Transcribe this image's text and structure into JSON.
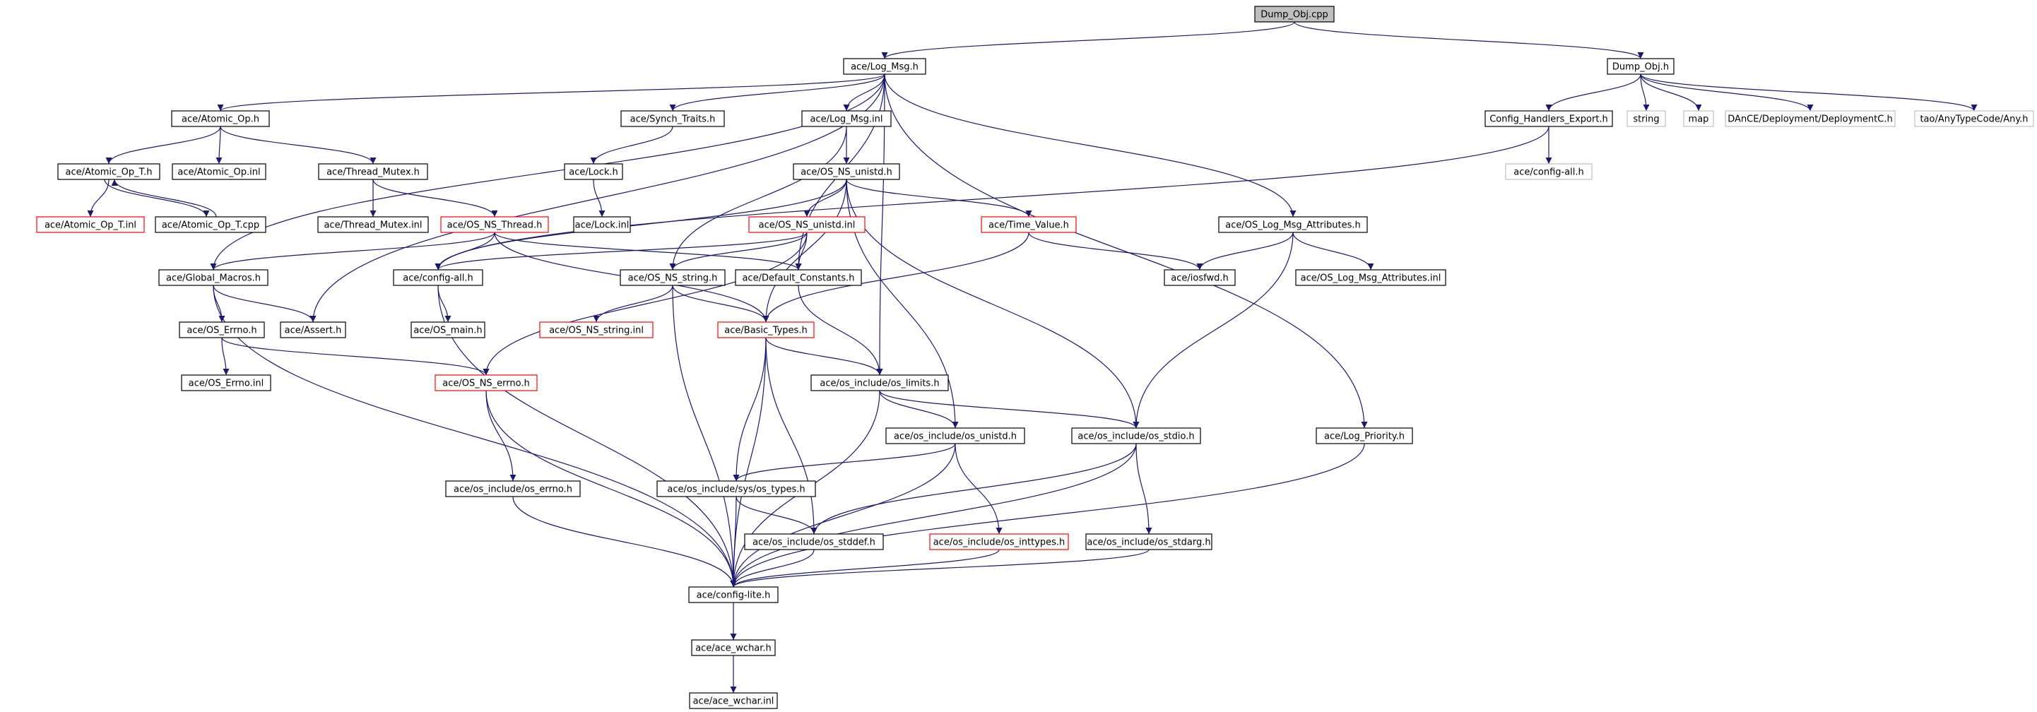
{
  "graph": {
    "nodes": [
      {
        "id": "dump_obj_cpp",
        "label": "Dump_Obj.cpp",
        "style": "root"
      },
      {
        "id": "log_msg_h",
        "label": "ace/Log_Msg.h",
        "style": "normal"
      },
      {
        "id": "dump_obj_h",
        "label": "Dump_Obj.h",
        "style": "normal"
      },
      {
        "id": "atomic_op_h",
        "label": "ace/Atomic_Op.h",
        "style": "normal"
      },
      {
        "id": "synch_traits_h",
        "label": "ace/Synch_Traits.h",
        "style": "normal"
      },
      {
        "id": "log_msg_inl",
        "label": "ace/Log_Msg.inl",
        "style": "normal"
      },
      {
        "id": "config_handlers_export_h",
        "label": "Config_Handlers_Export.h",
        "style": "normal"
      },
      {
        "id": "string",
        "label": "string",
        "style": "gray"
      },
      {
        "id": "map",
        "label": "map",
        "style": "gray"
      },
      {
        "id": "deploymentc_h",
        "label": "DAnCE/Deployment/DeploymentC.h",
        "style": "gray"
      },
      {
        "id": "anytypecode_any_h",
        "label": "tao/AnyTypeCode/Any.h",
        "style": "gray"
      },
      {
        "id": "atomic_op_t_h",
        "label": "ace/Atomic_Op_T.h",
        "style": "normal"
      },
      {
        "id": "atomic_op_inl",
        "label": "ace/Atomic_Op.inl",
        "style": "normal"
      },
      {
        "id": "thread_mutex_h",
        "label": "ace/Thread_Mutex.h",
        "style": "normal"
      },
      {
        "id": "lock_h",
        "label": "ace/Lock.h",
        "style": "normal"
      },
      {
        "id": "os_ns_unistd_h",
        "label": "ace/OS_NS_unistd.h",
        "style": "normal"
      },
      {
        "id": "config_all_gray",
        "label": "ace/config-all.h",
        "style": "gray"
      },
      {
        "id": "atomic_op_t_inl",
        "label": "ace/Atomic_Op_T.inl",
        "style": "red"
      },
      {
        "id": "atomic_op_t_cpp",
        "label": "ace/Atomic_Op_T.cpp",
        "style": "normal"
      },
      {
        "id": "thread_mutex_inl",
        "label": "ace/Thread_Mutex.inl",
        "style": "normal"
      },
      {
        "id": "os_ns_thread_h",
        "label": "ace/OS_NS_Thread.h",
        "style": "red"
      },
      {
        "id": "lock_inl",
        "label": "ace/Lock.inl",
        "style": "normal"
      },
      {
        "id": "os_ns_unistd_inl",
        "label": "ace/OS_NS_unistd.inl",
        "style": "red"
      },
      {
        "id": "time_value_h",
        "label": "ace/Time_Value.h",
        "style": "red"
      },
      {
        "id": "os_log_msg_attributes_h",
        "label": "ace/OS_Log_Msg_Attributes.h",
        "style": "normal"
      },
      {
        "id": "global_macros_h",
        "label": "ace/Global_Macros.h",
        "style": "normal"
      },
      {
        "id": "config_all_h",
        "label": "ace/config-all.h",
        "style": "normal"
      },
      {
        "id": "os_ns_string_h",
        "label": "ace/OS_NS_string.h",
        "style": "normal"
      },
      {
        "id": "default_constants_h",
        "label": "ace/Default_Constants.h",
        "style": "normal"
      },
      {
        "id": "iosfwd_h",
        "label": "ace/iosfwd.h",
        "style": "normal"
      },
      {
        "id": "os_log_msg_attributes_inl",
        "label": "ace/OS_Log_Msg_Attributes.inl",
        "style": "normal"
      },
      {
        "id": "os_errno_h",
        "label": "ace/OS_Errno.h",
        "style": "normal"
      },
      {
        "id": "assert_h",
        "label": "ace/Assert.h",
        "style": "normal"
      },
      {
        "id": "os_main_h",
        "label": "ace/OS_main.h",
        "style": "normal"
      },
      {
        "id": "os_ns_string_inl",
        "label": "ace/OS_NS_string.inl",
        "style": "red"
      },
      {
        "id": "basic_types_h",
        "label": "ace/Basic_Types.h",
        "style": "red"
      },
      {
        "id": "os_errno_inl",
        "label": "ace/OS_Errno.inl",
        "style": "normal"
      },
      {
        "id": "os_ns_errno_h",
        "label": "ace/OS_NS_errno.h",
        "style": "red"
      },
      {
        "id": "os_limits_h",
        "label": "ace/os_include/os_limits.h",
        "style": "normal"
      },
      {
        "id": "os_unistd_h",
        "label": "ace/os_include/os_unistd.h",
        "style": "normal"
      },
      {
        "id": "os_stdio_h",
        "label": "ace/os_include/os_stdio.h",
        "style": "normal"
      },
      {
        "id": "log_priority_h",
        "label": "ace/Log_Priority.h",
        "style": "normal"
      },
      {
        "id": "os_errno_inc_h",
        "label": "ace/os_include/os_errno.h",
        "style": "normal"
      },
      {
        "id": "os_types_h",
        "label": "ace/os_include/sys/os_types.h",
        "style": "normal"
      },
      {
        "id": "os_stddef_h",
        "label": "ace/os_include/os_stddef.h",
        "style": "normal"
      },
      {
        "id": "os_inttypes_h",
        "label": "ace/os_include/os_inttypes.h",
        "style": "red"
      },
      {
        "id": "os_stdarg_h",
        "label": "ace/os_include/os_stdarg.h",
        "style": "normal"
      },
      {
        "id": "config_lite_h",
        "label": "ace/config-lite.h",
        "style": "normal"
      },
      {
        "id": "ace_wchar_h",
        "label": "ace/ace_wchar.h",
        "style": "normal"
      },
      {
        "id": "ace_wchar_inl",
        "label": "ace/ace_wchar.inl",
        "style": "normal"
      }
    ],
    "edges": [
      [
        "dump_obj_cpp",
        "log_msg_h"
      ],
      [
        "dump_obj_cpp",
        "dump_obj_h"
      ],
      [
        "log_msg_h",
        "atomic_op_h"
      ],
      [
        "log_msg_h",
        "synch_traits_h"
      ],
      [
        "log_msg_h",
        "log_msg_inl"
      ],
      [
        "log_msg_h",
        "global_macros_h"
      ],
      [
        "log_msg_h",
        "assert_h"
      ],
      [
        "log_msg_h",
        "default_constants_h"
      ],
      [
        "log_msg_h",
        "os_limits_h"
      ],
      [
        "log_msg_h",
        "os_log_msg_attributes_h"
      ],
      [
        "log_msg_h",
        "log_priority_h"
      ],
      [
        "dump_obj_h",
        "config_handlers_export_h"
      ],
      [
        "dump_obj_h",
        "string"
      ],
      [
        "dump_obj_h",
        "map"
      ],
      [
        "dump_obj_h",
        "deploymentc_h"
      ],
      [
        "dump_obj_h",
        "anytypecode_any_h"
      ],
      [
        "config_handlers_export_h",
        "config_all_gray"
      ],
      [
        "config_handlers_export_h",
        "config_all_h"
      ],
      [
        "atomic_op_h",
        "atomic_op_t_h"
      ],
      [
        "atomic_op_h",
        "atomic_op_inl"
      ],
      [
        "atomic_op_h",
        "thread_mutex_h"
      ],
      [
        "atomic_op_t_h",
        "atomic_op_t_inl"
      ],
      [
        "atomic_op_t_h",
        "atomic_op_t_cpp"
      ],
      [
        "atomic_op_t_cpp",
        "atomic_op_t_h"
      ],
      [
        "thread_mutex_h",
        "thread_mutex_inl"
      ],
      [
        "thread_mutex_h",
        "os_ns_thread_h"
      ],
      [
        "synch_traits_h",
        "lock_h"
      ],
      [
        "lock_h",
        "lock_inl"
      ],
      [
        "log_msg_inl",
        "os_ns_unistd_h"
      ],
      [
        "log_msg_inl",
        "os_ns_string_h"
      ],
      [
        "os_ns_thread_h",
        "global_macros_h"
      ],
      [
        "os_ns_thread_h",
        "config_all_h"
      ],
      [
        "os_ns_thread_h",
        "default_constants_h"
      ],
      [
        "os_ns_thread_h",
        "basic_types_h"
      ],
      [
        "os_ns_unistd_h",
        "os_ns_unistd_inl"
      ],
      [
        "os_ns_unistd_h",
        "time_value_h"
      ],
      [
        "os_ns_unistd_h",
        "config_all_h"
      ],
      [
        "os_ns_unistd_h",
        "basic_types_h"
      ],
      [
        "os_ns_unistd_h",
        "os_unistd_h"
      ],
      [
        "os_ns_unistd_h",
        "os_stdio_h"
      ],
      [
        "os_ns_unistd_inl",
        "config_all_h"
      ],
      [
        "os_ns_unistd_inl",
        "os_ns_string_h"
      ],
      [
        "os_ns_unistd_inl",
        "default_constants_h"
      ],
      [
        "os_ns_unistd_inl",
        "os_ns_errno_h"
      ],
      [
        "time_value_h",
        "iosfwd_h"
      ],
      [
        "time_value_h",
        "basic_types_h"
      ],
      [
        "os_log_msg_attributes_h",
        "iosfwd_h"
      ],
      [
        "os_log_msg_attributes_h",
        "os_log_msg_attributes_inl"
      ],
      [
        "os_log_msg_attributes_h",
        "os_stdio_h"
      ],
      [
        "global_macros_h",
        "os_errno_h"
      ],
      [
        "global_macros_h",
        "assert_h"
      ],
      [
        "global_macros_h",
        "config_lite_h"
      ],
      [
        "config_all_h",
        "os_main_h"
      ],
      [
        "config_all_h",
        "config_lite_h"
      ],
      [
        "os_ns_string_h",
        "os_ns_string_inl"
      ],
      [
        "os_ns_string_h",
        "basic_types_h"
      ],
      [
        "os_ns_string_h",
        "config_lite_h"
      ],
      [
        "default_constants_h",
        "os_limits_h"
      ],
      [
        "os_errno_h",
        "os_errno_inl"
      ],
      [
        "os_errno_h",
        "os_ns_errno_h"
      ],
      [
        "basic_types_h",
        "os_limits_h"
      ],
      [
        "basic_types_h",
        "os_types_h"
      ],
      [
        "basic_types_h",
        "os_stddef_h"
      ],
      [
        "basic_types_h",
        "config_lite_h"
      ],
      [
        "os_ns_errno_h",
        "os_errno_inc_h"
      ],
      [
        "os_ns_errno_h",
        "config_lite_h"
      ],
      [
        "os_limits_h",
        "os_unistd_h"
      ],
      [
        "os_limits_h",
        "os_stdio_h"
      ],
      [
        "os_limits_h",
        "config_lite_h"
      ],
      [
        "os_unistd_h",
        "os_types_h"
      ],
      [
        "os_unistd_h",
        "os_inttypes_h"
      ],
      [
        "os_unistd_h",
        "config_lite_h"
      ],
      [
        "os_stdio_h",
        "os_stddef_h"
      ],
      [
        "os_stdio_h",
        "os_stdarg_h"
      ],
      [
        "os_stdio_h",
        "config_lite_h"
      ],
      [
        "log_priority_h",
        "config_lite_h"
      ],
      [
        "os_errno_inc_h",
        "config_lite_h"
      ],
      [
        "os_types_h",
        "os_stddef_h"
      ],
      [
        "os_types_h",
        "config_lite_h"
      ],
      [
        "os_stddef_h",
        "config_lite_h"
      ],
      [
        "os_inttypes_h",
        "config_lite_h"
      ],
      [
        "os_stdarg_h",
        "config_lite_h"
      ],
      [
        "config_lite_h",
        "ace_wchar_h"
      ],
      [
        "ace_wchar_h",
        "ace_wchar_inl"
      ]
    ]
  }
}
